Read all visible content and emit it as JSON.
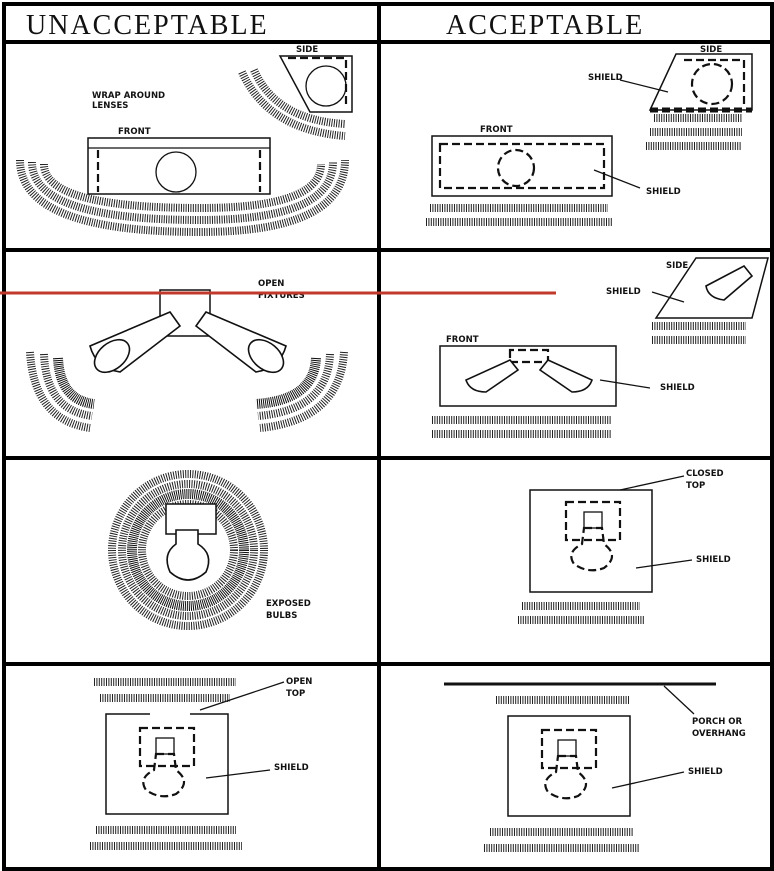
{
  "headers": {
    "left": "UNACCEPTABLE",
    "right": "ACCEPTABLE"
  },
  "panels": {
    "u1": {
      "side": "SIDE",
      "wrap_line1": "WRAP AROUND",
      "wrap_line2": "LENSES",
      "front": "FRONT"
    },
    "a1": {
      "side": "SIDE",
      "shield_top": "SHIELD",
      "front": "FRONT",
      "shield": "SHIELD"
    },
    "u2": {
      "open_line1": "OPEN",
      "open_line2": "FIXTURES"
    },
    "a2": {
      "side": "SIDE",
      "shield_side": "SHIELD",
      "front": "FRONT",
      "shield": "SHIELD"
    },
    "u3": {
      "exposed_line1": "EXPOSED",
      "exposed_line2": "BULBS"
    },
    "a3": {
      "closed_line1": "CLOSED",
      "closed_line2": "TOP",
      "shield": "SHIELD"
    },
    "u4": {
      "open_line1": "OPEN",
      "open_line2": "TOP",
      "shield": "SHIELD"
    },
    "a4": {
      "porch_line1": "PORCH OR",
      "porch_line2": "OVERHANG",
      "shield": "SHIELD"
    }
  },
  "colors": {
    "ink": "#111111",
    "annotation_line": "#c0392b"
  }
}
